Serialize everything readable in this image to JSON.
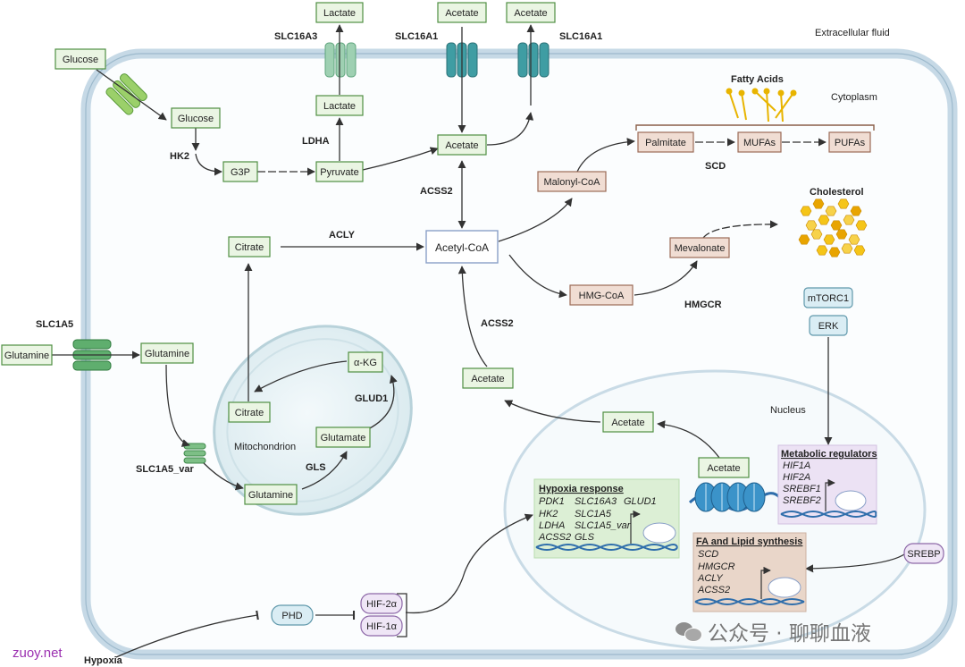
{
  "regions": {
    "extracellular": "Extracellular fluid",
    "cytoplasm": "Cytoplasm",
    "nucleus": "Nucleus",
    "mitochondrion": "Mitochondrion"
  },
  "transporters": {
    "slc16a3": "SLC16A3",
    "slc16a1_left": "SLC16A1",
    "slc16a1_right": "SLC16A1",
    "slc1a5": "SLC1A5",
    "slc1a5_var": "SLC1A5_var"
  },
  "metabolites": {
    "glucose_out": "Glucose",
    "glucose_in": "Glucose",
    "g3p": "G3P",
    "pyruvate": "Pyruvate",
    "lactate_in": "Lactate",
    "lactate_out": "Lactate",
    "acetate_out1": "Acetate",
    "acetate_out2": "Acetate",
    "acetate_cyto": "Acetate",
    "acetyl_coa": "Acetyl-CoA",
    "citrate_cyto": "Citrate",
    "malonyl_coa": "Malonyl-CoA",
    "palmitate": "Palmitate",
    "mufas": "MUFAs",
    "pufas": "PUFAs",
    "fatty_acids": "Fatty Acids",
    "hmg_coa": "HMG-CoA",
    "mevalonate": "Mevalonate",
    "cholesterol": "Cholesterol",
    "glutamine_out": "Glutamine",
    "glutamine_in": "Glutamine",
    "glutamine_mito": "Glutamine",
    "glutamate": "Glutamate",
    "akg": "α-KG",
    "citrate_mito": "Citrate",
    "acetate_lower": "Acetate",
    "acetate_nuc": "Acetate",
    "acetate_chromatin": "Acetate"
  },
  "enzymes": {
    "hk2": "HK2",
    "ldha": "LDHA",
    "acss2_top": "ACSS2",
    "acly": "ACLY",
    "scd": "SCD",
    "hmgcr": "HMGCR",
    "acss2_mid": "ACSS2",
    "glud1": "GLUD1",
    "gls": "GLS"
  },
  "signaling": {
    "mtorc1": "mTORC1",
    "erk": "ERK",
    "srebp": "SREBP",
    "phd": "PHD",
    "hif2a": "HIF-2α",
    "hif1a": "HIF-1α",
    "hypoxia": "Hypoxia"
  },
  "gene_panels": {
    "hypoxia": {
      "title": "Hypoxia response",
      "genes": [
        "PDK1",
        "SLC16A3",
        "GLUD1",
        "HK2",
        "SLC1A5",
        "LDHA",
        "SLC1A5_var",
        "ACSS2",
        "GLS"
      ]
    },
    "metabolic": {
      "title": "Metabolic regulators",
      "genes": [
        "HIF1A",
        "HIF2A",
        "SREBF1",
        "SREBF2"
      ]
    },
    "lipid": {
      "title": "FA and Lipid synthesis",
      "genes": [
        "SCD",
        "HMGCR",
        "ACLY",
        "ACSS2"
      ]
    }
  },
  "watermarks": {
    "site": "zuoy.net",
    "channel": "公众号 · 聊聊血液"
  },
  "colors": {
    "green_box": "#eaf5e3",
    "pink_box": "#f0ddd3",
    "blue_box": "#daedf4",
    "purple_box": "#efe6f6",
    "membrane": "#c6d9e6"
  }
}
